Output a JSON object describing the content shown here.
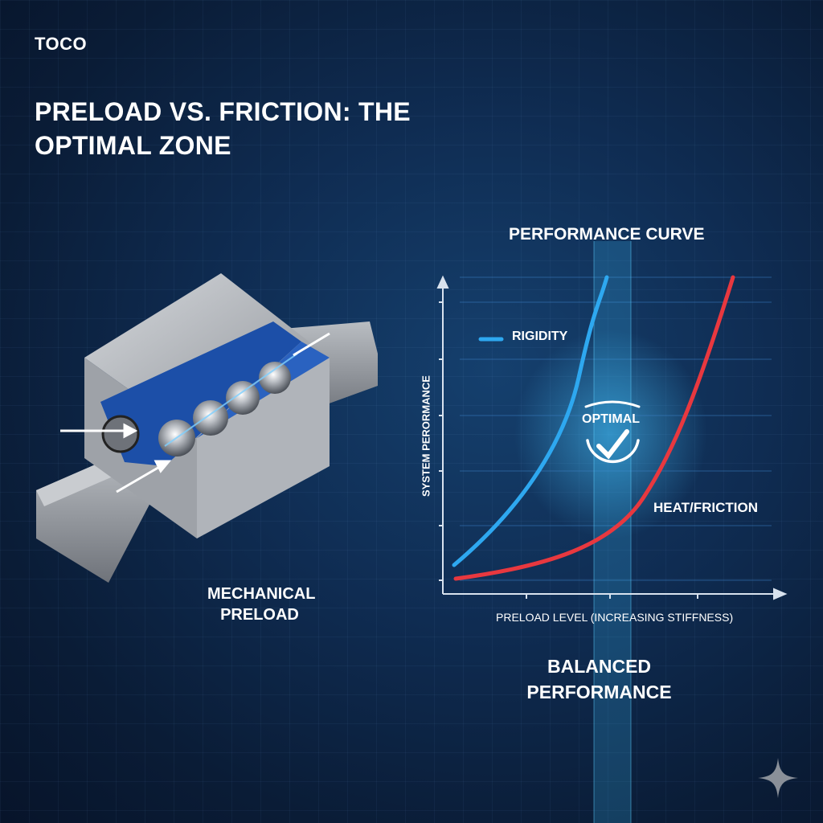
{
  "brand": {
    "logo": "TOCO"
  },
  "header": {
    "title_line1": "PRELOAD VS. FRICTION: THE",
    "title_line2": "OPTIMAL ZONE"
  },
  "illustration": {
    "label_line1": "MECHANICAL",
    "label_line2": "PRELOAD",
    "subject": "linear-guide-block-with-ball-bearings"
  },
  "chart": {
    "title": "PERFORMANCE CURVE",
    "ylabel": "SYSTEM PERORMANCE",
    "xlabel": "PRELOAD LEVEL (INCREASING STIFFNESS)",
    "legend_rigidity": "RIGIDITY",
    "label_heat": "HEAT/FRICTION",
    "optimal_label": "OPTIMAL",
    "colors": {
      "rigidity": "#2ea8f0",
      "heat": "#e8383f",
      "optimal_band": "#3bbcf5"
    }
  },
  "footer": {
    "line1": "BALANCED",
    "line2": "PERFORMANCE"
  },
  "chart_data": {
    "type": "line",
    "title": "PERFORMANCE CURVE",
    "xlabel": "PRELOAD LEVEL (INCREASING STIFFNESS)",
    "ylabel": "SYSTEM PERORMANCE",
    "x": [
      0,
      1,
      2,
      3,
      4,
      5,
      6,
      7,
      8,
      9,
      10
    ],
    "series": [
      {
        "name": "RIGIDITY",
        "values": [
          0.5,
          1.2,
          2.0,
          3.0,
          4.2,
          5.6,
          7.2,
          9.0,
          null,
          null,
          null
        ]
      },
      {
        "name": "HEAT/FRICTION",
        "values": [
          0.0,
          0.1,
          0.25,
          0.45,
          0.75,
          1.2,
          1.9,
          3.0,
          4.6,
          6.8,
          9.0
        ]
      }
    ],
    "annotations": [
      "OPTIMAL",
      "HEAT/FRICTION",
      "RIGIDITY"
    ],
    "optimal_zone_x": [
      5.4,
      6.5
    ],
    "grid": true,
    "legend_position": "upper-left",
    "ylim": [
      0,
      9
    ],
    "xlim": [
      0,
      10
    ]
  }
}
